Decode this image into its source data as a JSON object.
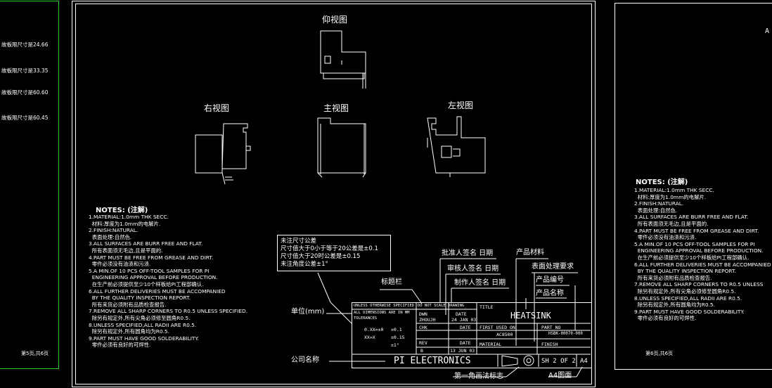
{
  "left_sheet": {
    "dims": [
      "故板限尺寸是24.66",
      "故板限尺寸是33.35",
      "故板限尺寸是60.60",
      "故板限尺寸是60.45"
    ],
    "page": "第5页,共6页"
  },
  "views": {
    "top": "仰视图",
    "right": "右视图",
    "front": "主视图",
    "left": "左视图"
  },
  "notes": {
    "title": "NOTES: (注解)",
    "lines": [
      "1.MATERIAL:1.0mm THK SECC.",
      "  材料:厚度为1.0mm的电解片.",
      "2.FINISH:NATURAL.",
      "  表面处理:自然色.",
      "3.ALL SURFACES ARE BURR FREE AND FLAT.",
      "  所有表面须无毛边,且是平面的.",
      "4.PART MUST BE FREE FROM GREASE AND DIRT.",
      "  零件必须没有油渍和污渍.",
      "5.A MIN.OF 10 PCS OFF-TOOL SAMPLES FOR PI",
      "  ENGINEERING APPROVAL BEFORE PRODUCTION.",
      "  在生产前必须提供至少10个样板给PI工程部确认.",
      "6.ALL FURTHER DELIVERIES MUST BE ACCOMPANIED",
      "  BY THE QUALITY INSPECTION REPORT.",
      "  所有来货必须附有品质检查报告.",
      "7.REMOVE ALL SHARP CORNERS TO R0.5 UNLESS SPECIFIED.",
      "  除另有规定外,所有尖角必须修至圆角R0.5.",
      "8.UNLESS SPECIFIED,ALL RADII ARE R0.5.",
      "  除另有规定外,所有圆角均为R0.5.",
      "9.PART MUST HAVE GOOD SOLDERABILITY.",
      "  零件必须有良好的可焊性."
    ]
  },
  "tolerance_note": {
    "lines": [
      "未注尺寸公差",
      "尺寸值大于0小于等于20公差是±0.1",
      "尺寸值大于20时公差是±0.15",
      "未注角度公差±1°"
    ]
  },
  "callouts": {
    "approver": "批准人签名 日期",
    "reviewer": "审核人签名 日期",
    "maker": "制作人签名 日期",
    "material": "产品材料",
    "finish": "表面处理要求",
    "part_no": "产品编号",
    "product_name": "产品名称",
    "title_bar": "标题栏",
    "unit": "单位(mm)",
    "company": "公司名称",
    "projection": "第一角画法标志",
    "paper": "A4图面"
  },
  "title_block": {
    "tol_header": "UNLESS OTHERWISE SPECIFIED",
    "tol_sub1": "ALL DIMENSIONS ARE IN MM",
    "tol_sub2": "TOLERANCES",
    "tol_rows": [
      [
        "0.XX=±0",
        "±0.1"
      ],
      [
        "XX=X",
        "±0.15"
      ],
      [
        "",
        "±1°"
      ]
    ],
    "do_not_scale": "DO NOT SCALE DRAWING",
    "dwn": "DWN",
    "dwn_name": "ZHOUJH",
    "date_label": "DATE",
    "date_val": "24 JAN 03",
    "title_label": "TITLE",
    "title_val": "HEATSINK",
    "chk": "CHK",
    "date2": "DATE",
    "first_used": "FIRST USED ON",
    "first_used_val": "AC8500",
    "part_no_label": "PART NO",
    "part_no_val": "HSBK-00070-000",
    "rev": "REV",
    "rev_val": "B",
    "date3": "DATE",
    "date3_val": "13 JUN 03",
    "material_label": "MATERIAL",
    "finish_label": "FINISH",
    "company_val": "PI ELECTRONICS",
    "sheet": "SH 2 OF 2",
    "size": "A4"
  },
  "right_sheet": {
    "notes_title": "NOTES: (注解)",
    "lines": [
      "1.MATERIAL:1.0mm THK SECC.",
      "  材料:厚度为1.0mm的电解片.",
      "2.FINISH:NATURAL.",
      "  表面处理:自然色.",
      "3.ALL SURFACES ARE BURR FREE AND FLAT.",
      "  所有表面须无毛边,且是平面的.",
      "4.PART MUST BE FREE FROM GREASE AND DIRT.",
      "  零件必须没有油渍和污渍.",
      "5.A MIN.OF 10 PCS OFF-TOOL SAMPLES FOR PI",
      "  ENGINEERING APPROVAL BEFORE PRODUCTION.",
      "  在生产前必须提供至少10个样板给PI工程部确认.",
      "6.ALL FURTHER DELIVERIES MUST BE ACCOMPANIED",
      "  BY THE QUALITY INSPECTION REPORT.",
      "  所有来货必须附有品质检查报告.",
      "7.REMOVE ALL SHARP CORNERS TO R0.5 UNLESS",
      "  除另有规定外,所有尖角必须修至圆角R0.5.",
      "8.UNLESS SPECIFIED,ALL RADII ARE R0.5.",
      "  除另有规定外,所有圆角均为R0.5.",
      "9.PART MUST HAVE GOOD SOLDERABILITY.",
      "  零件必须有良好的可焊性."
    ],
    "page": "第6页,共6页",
    "corner": "A"
  }
}
